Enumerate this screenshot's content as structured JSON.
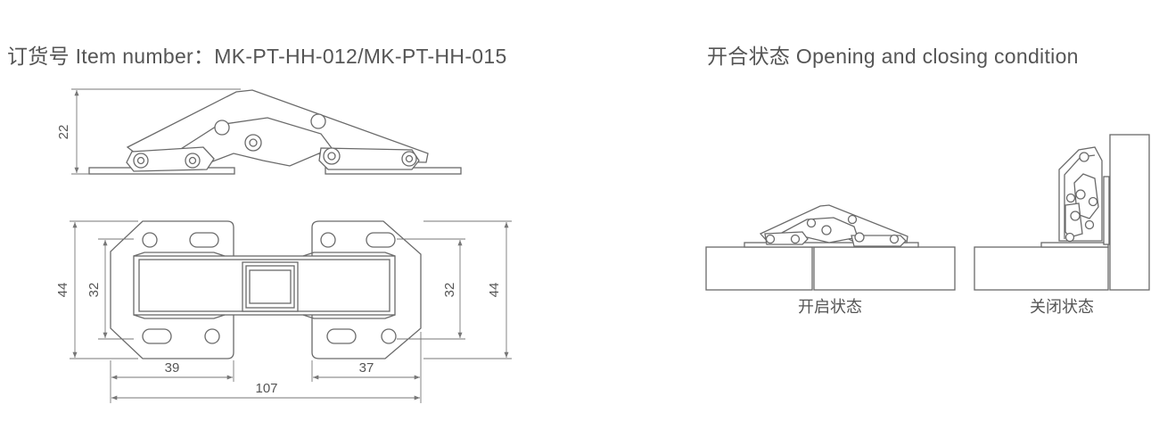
{
  "header": {
    "item_label": "订货号 Item number：MK-PT-HH-012/MK-PT-HH-015",
    "condition_label": "开合状态 Opening and closing condition"
  },
  "dimensions": {
    "height_side": "22",
    "height_outer_left": "44",
    "height_inner_left": "32",
    "height_inner_right": "32",
    "height_outer_right": "44",
    "width_left": "39",
    "width_right": "37",
    "width_total": "107"
  },
  "states": {
    "open_label": "开启状态",
    "closed_label": "关闭状态"
  }
}
